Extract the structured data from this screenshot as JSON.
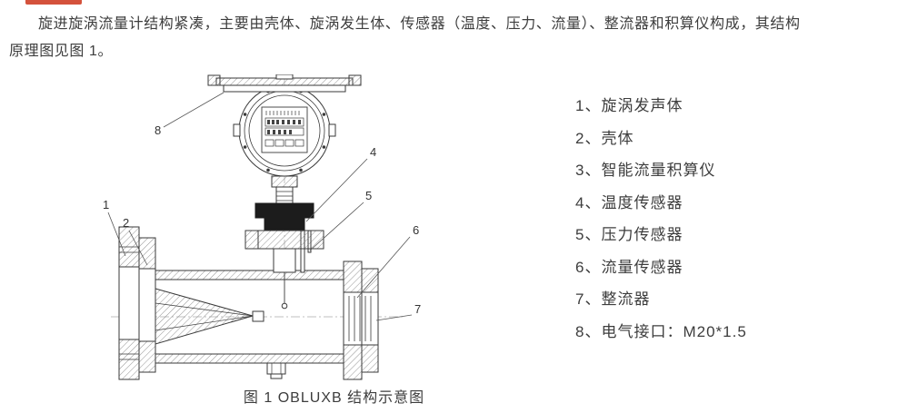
{
  "paragraph": {
    "line1": "旋进旋涡流量计结构紧凑，主要由壳体、旋涡发生体、传感器（温度、压力、流量）、整流器和积算仪构成，其结构",
    "line2": "原理图见图 1。"
  },
  "figure": {
    "caption": "图 1 OBLUXB 结构示意图",
    "legend": [
      "1、旋涡发声体",
      "2、壳体",
      "3、智能流量积算仪",
      "4、温度传感器",
      "5、压力传感器",
      "6、流量传感器",
      "7、整流器",
      "8、电气接口：M20*1.5"
    ],
    "callouts": {
      "n1": "1",
      "n2": "2",
      "n4": "4",
      "n5": "5",
      "n6": "6",
      "n7": "7",
      "n8": "8"
    }
  },
  "colors": {
    "header_fragment": "#d4523c",
    "text": "#3d3d3d",
    "line": "#3a3a3a"
  }
}
